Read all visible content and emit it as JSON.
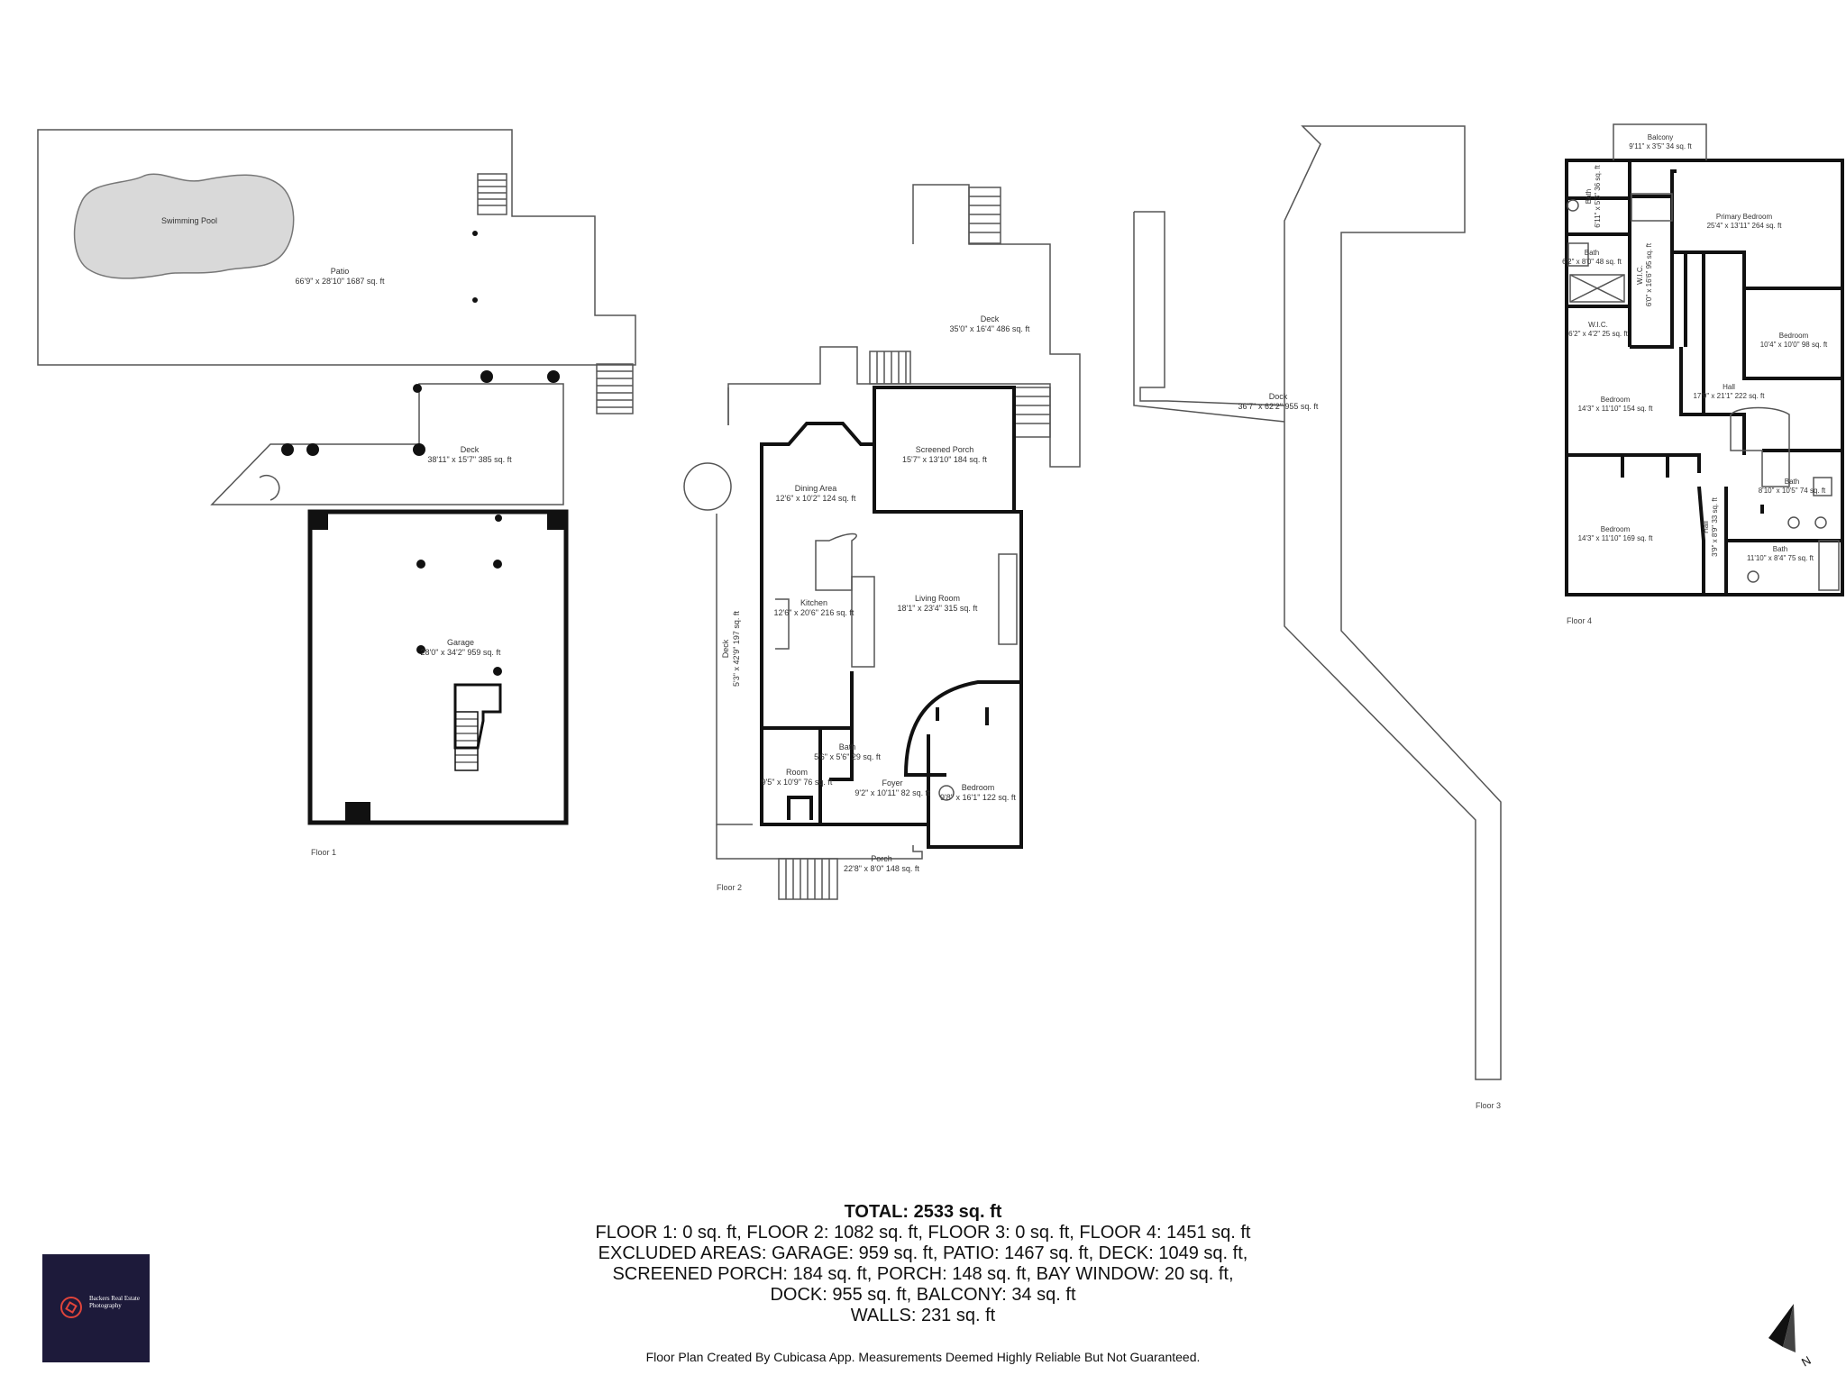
{
  "rooms": {
    "swimming_pool": {
      "name": "Swimming Pool"
    },
    "patio": {
      "name": "Patio",
      "dims": "66'9\" x 28'10\" 1687 sq. ft"
    },
    "deck_f1": {
      "name": "Deck",
      "dims": "38'11\" x 15'7\" 385 sq. ft"
    },
    "garage": {
      "name": "Garage",
      "dims": "28'0\" x 34'2\" 959 sq. ft"
    },
    "deck_f2": {
      "name": "Deck",
      "dims": "35'0\" x 16'4\" 486 sq. ft"
    },
    "screened_porch": {
      "name": "Screened Porch",
      "dims": "15'7\" x 13'10\" 184 sq. ft"
    },
    "dining_area": {
      "name": "Dining Area",
      "dims": "12'6\" x 10'2\" 124 sq. ft"
    },
    "kitchen": {
      "name": "Kitchen",
      "dims": "12'6\" x 20'6\" 216 sq. ft"
    },
    "living_room": {
      "name": "Living Room",
      "dims": "18'1\" x 23'4\" 315 sq. ft"
    },
    "deck_side": {
      "name": "Deck",
      "dims": "5'3\" x 42'9\" 197 sq. ft"
    },
    "room_f2": {
      "name": "Room",
      "dims": "9'5\" x 10'9\" 76 sq. ft"
    },
    "bath_f2": {
      "name": "Bath",
      "dims": "5'6\" x 5'6\" 29 sq. ft"
    },
    "foyer": {
      "name": "Foyer",
      "dims": "9'2\" x 10'11\" 82 sq. ft"
    },
    "bedroom_f2": {
      "name": "Bedroom",
      "dims": "9'8\" x 16'1\" 122 sq. ft"
    },
    "porch": {
      "name": "Porch",
      "dims": "22'8\" x 8'0\" 148 sq. ft"
    },
    "dock": {
      "name": "Dock",
      "dims": "36'7\" x 62'2\" 955 sq. ft"
    },
    "balcony": {
      "name": "Balcony",
      "dims": "9'11\" x 3'5\" 34 sq. ft"
    },
    "primary_bedroom": {
      "name": "Primary Bedroom",
      "dims": "25'4\" x 13'11\" 264 sq. ft"
    },
    "bath_a": {
      "name": "Bath",
      "dims": "6'11\" x 5'3\" 36 sq. ft"
    },
    "bath_b": {
      "name": "Bath",
      "dims": "6'2\" x 8'0\" 48 sq. ft"
    },
    "wic_a": {
      "name": "W.I.C.",
      "dims": "6'0\" x 16'6\" 95 sq. ft"
    },
    "wic_b": {
      "name": "W.I.C.",
      "dims": "6'2\" x 4'2\" 25 sq. ft"
    },
    "bedroom_f4_a": {
      "name": "Bedroom",
      "dims": "10'4\" x 10'0\" 98 sq. ft"
    },
    "hall_f4": {
      "name": "Hall",
      "dims": "17'9\" x 21'1\" 222 sq. ft"
    },
    "bedroom_f4_b": {
      "name": "Bedroom",
      "dims": "14'3\" x 11'10\" 154 sq. ft"
    },
    "bath_c": {
      "name": "Bath",
      "dims": "8'10\" x 10'5\" 74 sq. ft"
    },
    "hall_f4_b": {
      "name": "Hall",
      "dims": "3'9\" x 8'9\" 33 sq. ft"
    },
    "bedroom_f4_c": {
      "name": "Bedroom",
      "dims": "14'3\" x 11'10\" 169 sq. ft"
    },
    "bath_d": {
      "name": "Bath",
      "dims": "11'10\" x 8'4\" 75 sq. ft"
    }
  },
  "floor_labels": {
    "floor1": "Floor 1",
    "floor2": "Floor 2",
    "floor3": "Floor 3",
    "floor4": "Floor 4"
  },
  "summary": {
    "total": "TOTAL: 2533 sq. ft",
    "line1": "FLOOR 1: 0 sq. ft, FLOOR 2: 1082 sq. ft, FLOOR 3: 0 sq. ft, FLOOR 4: 1451 sq. ft",
    "line2": "EXCLUDED AREAS: GARAGE: 959 sq. ft, PATIO: 1467 sq. ft, DECK: 1049 sq. ft,",
    "line3": "SCREENED PORCH: 184 sq. ft, PORCH: 148 sq. ft, BAY WINDOW: 20 sq. ft,",
    "line4": "DOCK: 955 sq. ft, BALCONY: 34 sq. ft",
    "line5": "WALLS: 231 sq. ft"
  },
  "disclaimer": "Floor Plan Created By Cubicasa App. Measurements Deemed Highly Reliable But Not Guaranteed.",
  "logo": {
    "text": "Backers Real Estate Photography"
  },
  "compass": {
    "label": "N"
  },
  "colors": {
    "wall": "#111111",
    "thin_line": "#555555",
    "pool_fill": "#d9d9d9",
    "logo_bg": "#1d1a3a",
    "logo_accent": "#e0443b"
  }
}
